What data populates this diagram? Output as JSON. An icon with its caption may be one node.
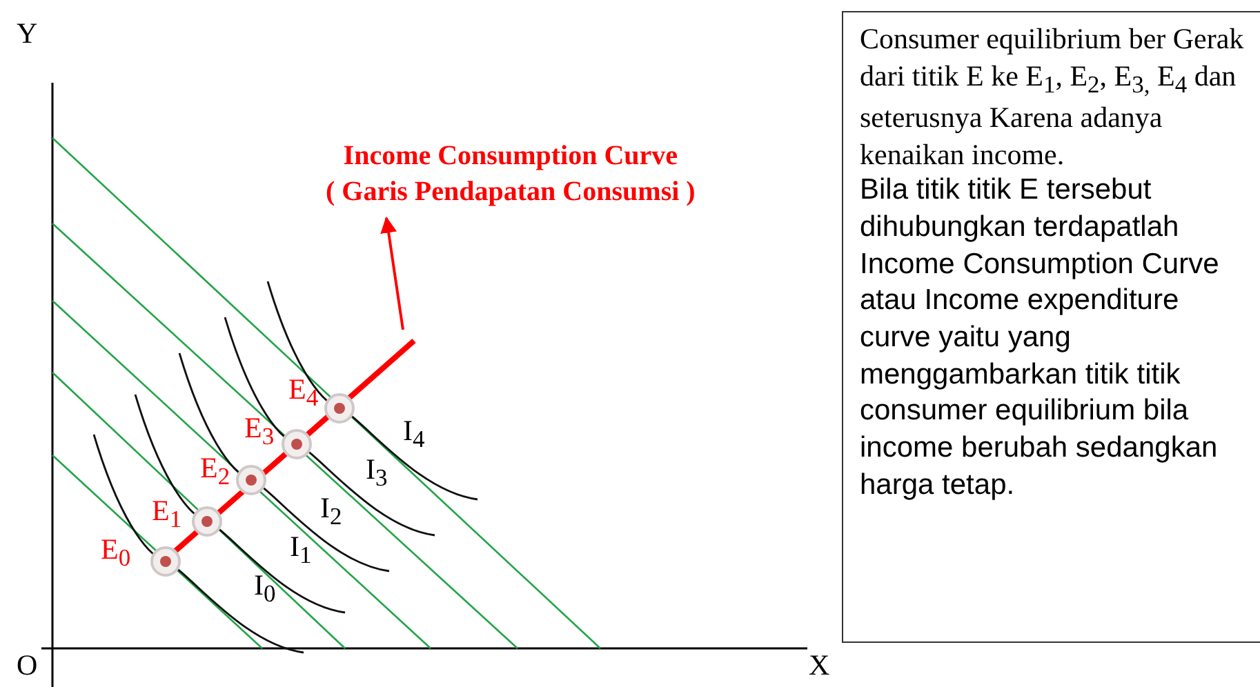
{
  "diagram": {
    "nodes": [
      {
        "text": [
          "Income Consumption Curve",
          "( Garis Pendapatan Consumsi )"
        ]
      },
      {
        "text": [],
        "shape": "line"
      },
      {
        "text": [
          "Consumer equilibrium ber Gerak dari titik E ke E$_{1}$, E$_{2}$, E$_{3,}$ E$_{4}$ dan seterusnya Karena adanya kenaikan income.",
          "Bila titik titik E tersebut dihubungkan terdapatlah Income Consumption Curve atau Income expenditure curve yaitu yang menggambarkan titik titik consumer equilibrium bila income berubah sedangkan harga tetap."
        ]
      }
    ],
    "edges": [
      {
        "from": 1,
        "to": 0,
        "arrow": "to",
        "color": "#ff0000"
      }
    ],
    "labels": [
      "Y",
      "E$_{4}$",
      "I$_{4}$",
      "E$_{3}$",
      "I$_{3}$",
      "E$_{2}$",
      "I$_{2}$",
      "E$_{1}$",
      "I$_{1}$",
      "E$_{0}$",
      "I$_{0}$",
      "O",
      "X"
    ]
  }
}
